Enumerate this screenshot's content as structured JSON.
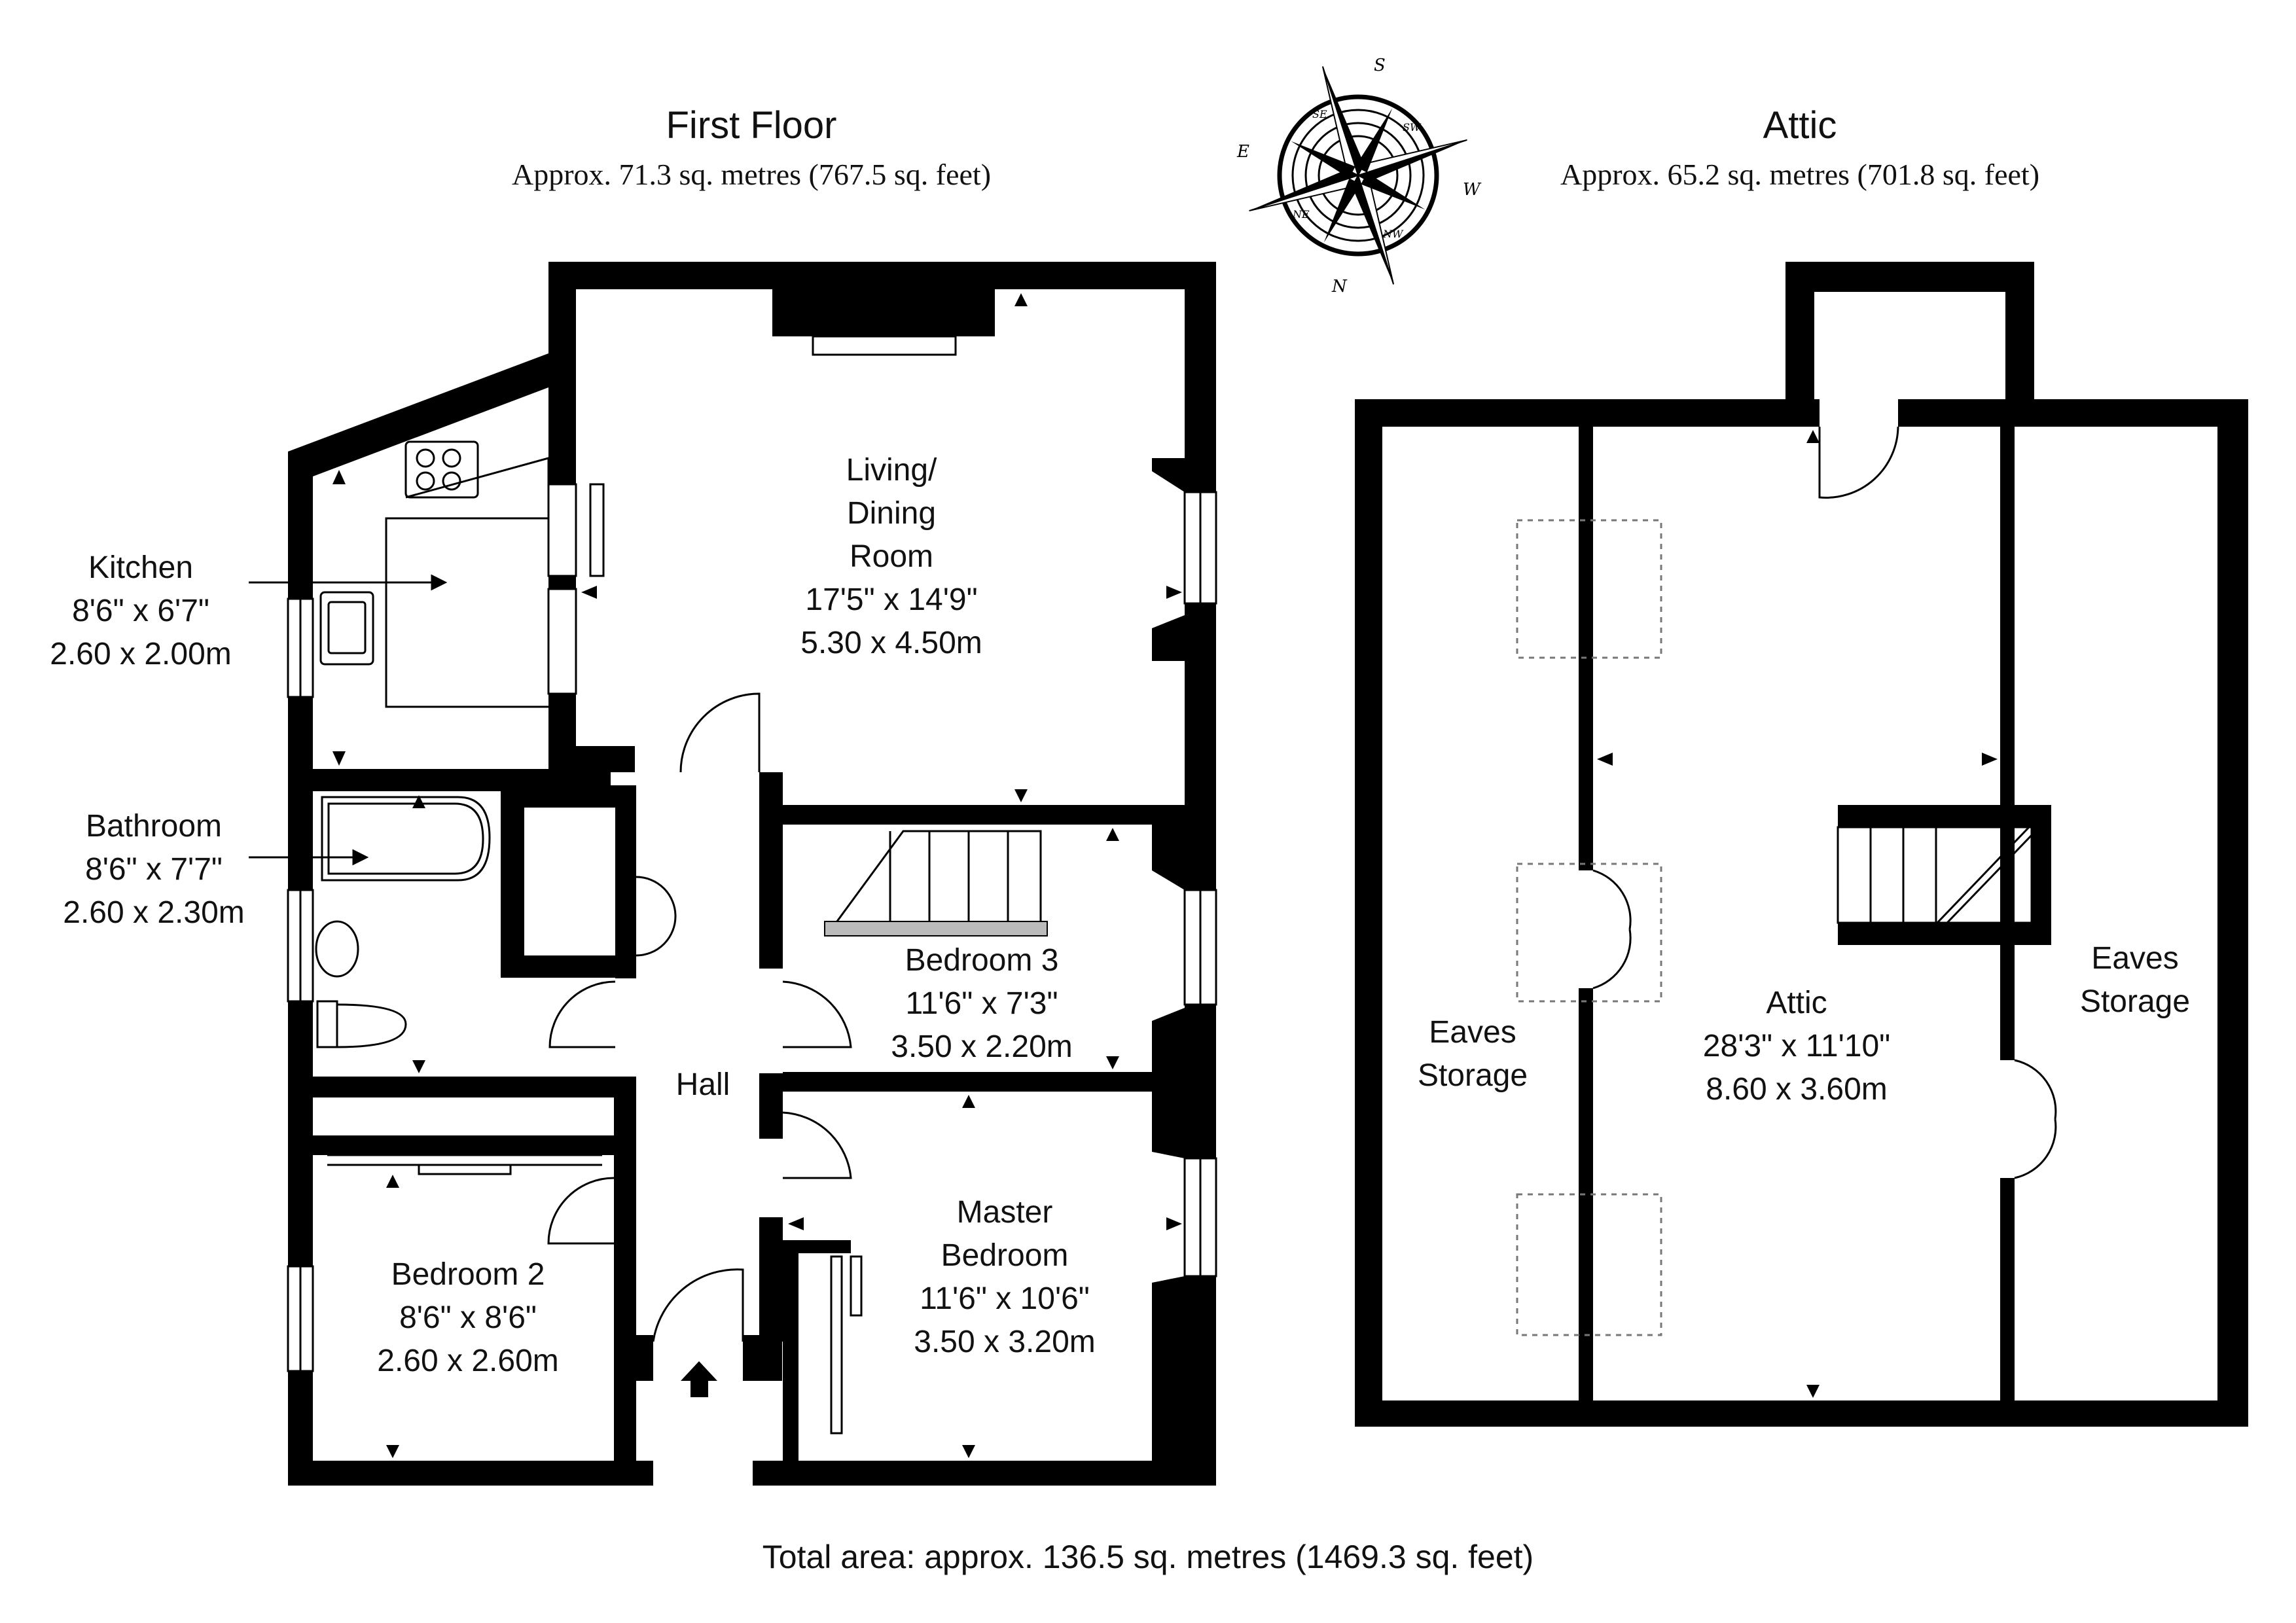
{
  "floors": [
    {
      "title": "First Floor",
      "area": "Approx. 71.3 sq. metres (767.5 sq. feet)"
    },
    {
      "title": "Attic",
      "area": "Approx. 65.2 sq. metres (701.8 sq. feet)"
    }
  ],
  "rooms": {
    "kitchen": {
      "name": "Kitchen",
      "imperial": "8'6\" x 6'7\"",
      "metric": "2.60 x 2.00m"
    },
    "bathroom": {
      "name": "Bathroom",
      "imperial": "8'6\" x 7'7\"",
      "metric": "2.60 x 2.30m"
    },
    "living": {
      "name_line1": "Living/",
      "name_line2": "Dining",
      "name_line3": "Room",
      "imperial": "17'5\" x 14'9\"",
      "metric": "5.30 x 4.50m"
    },
    "bedroom3": {
      "name": "Bedroom 3",
      "imperial": "11'6\" x 7'3\"",
      "metric": "3.50 x 2.20m"
    },
    "hall": {
      "name": "Hall"
    },
    "bedroom2": {
      "name": "Bedroom 2",
      "imperial": "8'6\" x 8'6\"",
      "metric": "2.60 x 2.60m"
    },
    "master": {
      "name_line1": "Master",
      "name_line2": "Bedroom",
      "imperial": "11'6\" x 10'6\"",
      "metric": "3.50 x 3.20m"
    },
    "eaves_left": {
      "name_line1": "Eaves",
      "name_line2": "Storage"
    },
    "attic": {
      "name": "Attic",
      "imperial": "28'3\" x 11'10\"",
      "metric": "8.60 x 3.60m"
    },
    "eaves_right": {
      "name_line1": "Eaves",
      "name_line2": "Storage"
    }
  },
  "compass": {
    "labels": [
      "S",
      "SE",
      "SW",
      "E",
      "W",
      "NE",
      "NW",
      "N"
    ]
  },
  "total_area": "Total area: approx. 136.5 sq. metres (1469.3 sq. feet)"
}
